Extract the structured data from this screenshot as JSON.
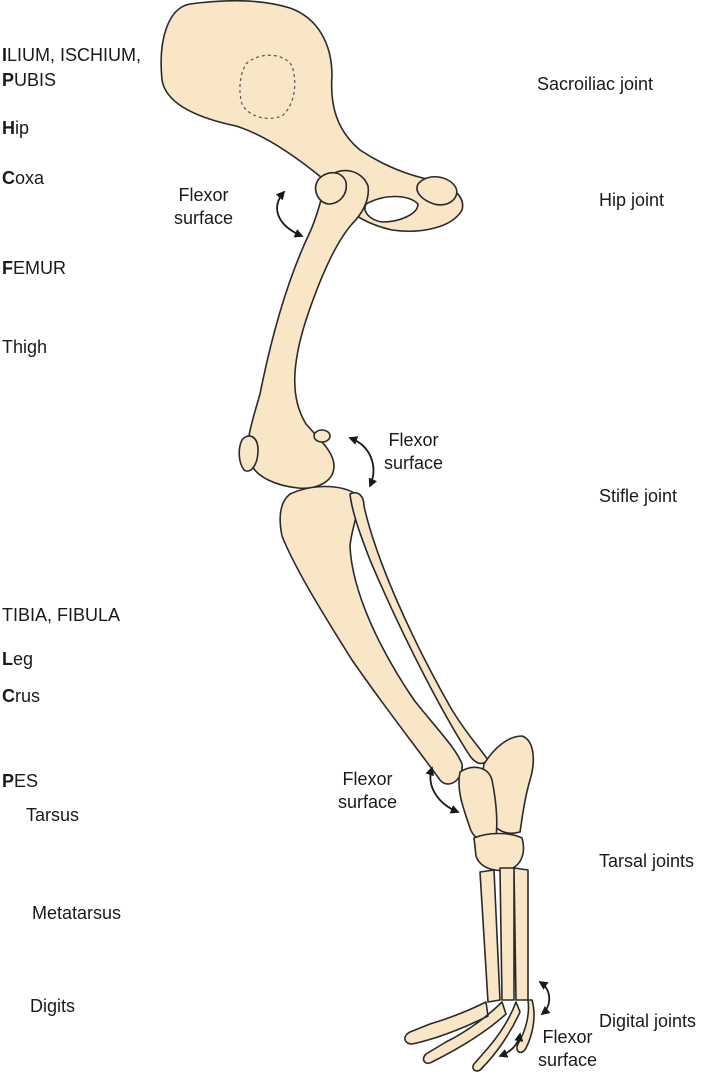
{
  "left_labels": [
    {
      "id": "ilium-ischium",
      "first": "I",
      "rest": "LIUM, ISCHIUM,"
    },
    {
      "id": "pubis",
      "first": "P",
      "rest": "UBIS"
    },
    {
      "id": "hip",
      "first": "H",
      "rest": "ip"
    },
    {
      "id": "coxa",
      "first": "C",
      "rest": "oxa"
    },
    {
      "id": "femur",
      "first": "F",
      "rest": "EMUR"
    },
    {
      "id": "thigh",
      "first": "",
      "rest": "Thigh"
    },
    {
      "id": "tibia-fibula",
      "first": "",
      "rest": "TIBIA, FIBULA"
    },
    {
      "id": "leg",
      "first": "L",
      "rest": "eg"
    },
    {
      "id": "crus",
      "first": "C",
      "rest": "rus"
    },
    {
      "id": "pes",
      "first": "P",
      "rest": "ES"
    },
    {
      "id": "tarsus",
      "first": "",
      "rest": "Tarsus"
    },
    {
      "id": "metatarsus",
      "first": "",
      "rest": "Metatarsus"
    },
    {
      "id": "digits",
      "first": "",
      "rest": "Digits"
    }
  ],
  "right_labels": [
    {
      "id": "sacroiliac-joint",
      "text": "Sacroiliac joint"
    },
    {
      "id": "hip-joint",
      "text": "Hip joint"
    },
    {
      "id": "stifle-joint",
      "text": "Stifle joint"
    },
    {
      "id": "tarsal-joints",
      "text": "Tarsal joints"
    },
    {
      "id": "digital-joints",
      "text": "Digital joints"
    }
  ],
  "flexor_labels": [
    {
      "id": "hip",
      "line1": "Flexor",
      "line2": "surface"
    },
    {
      "id": "stifle",
      "line1": "Flexor",
      "line2": "surface"
    },
    {
      "id": "tarsal",
      "line1": "Flexor",
      "line2": "surface"
    },
    {
      "id": "digital",
      "line1": "Flexor",
      "line2": "surface"
    }
  ],
  "colors": {
    "bone_fill": "#f8e6c6",
    "bone_stroke": "#2a2a2a",
    "text": "#1a1a1a"
  }
}
